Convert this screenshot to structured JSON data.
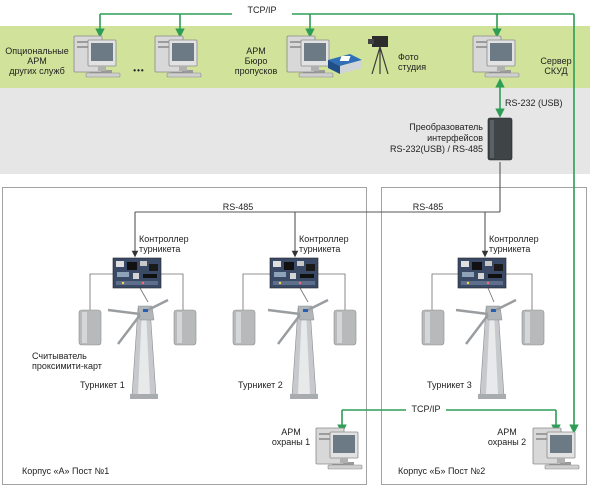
{
  "network": {
    "tcpip_top": "TCP/IP",
    "tcpip_bottom": "TCP/IP",
    "rs485_left": "RS-485",
    "rs485_right": "RS-485",
    "rs232": "RS-232 (USB)"
  },
  "top_zone": {
    "optional_wks": "Опциональные\nАРМ\nдругих служб",
    "ellipsis": "•••",
    "badge_office": "АРМ\nБюро\nпропусков",
    "photo_studio": "Фото\nстудия",
    "server": "Сервер\nСКУД"
  },
  "converter": {
    "label": "Преобразователь\nинтерфейсов\nRS-232(USB) / RS-485"
  },
  "building_a": {
    "label": "Корпус «А» Пост №1",
    "controller_1": "Контроллер\nтурникета",
    "controller_2": "Контроллер\nтурникета",
    "reader_label": "Считыватель\nпроксимити-карт",
    "turnstile_1": "Турникет 1",
    "turnstile_2": "Турникет 2",
    "guard_wks": "АРМ\nохраны 1"
  },
  "building_b": {
    "label": "Корпус «Б» Пост №2",
    "controller_3": "Контроллер\nтурникета",
    "turnstile_3": "Турникет 3",
    "guard_wks": "АРМ\nохраны 2"
  },
  "colors": {
    "top_band": "#d1e39a",
    "mid_band": "#e6e6e6",
    "line": "#2e9d55",
    "box_border": "#a3a3a3",
    "rs485_line": "#555555"
  }
}
